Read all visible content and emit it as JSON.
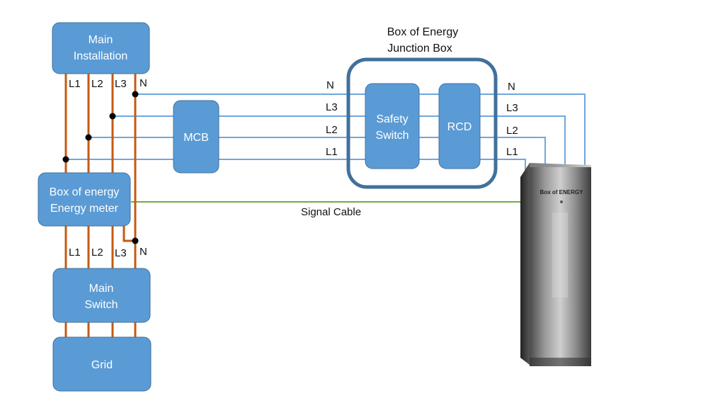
{
  "colors": {
    "block_fill": "#5b9bd5",
    "block_stroke": "#41719c",
    "power_wire": "#c55a11",
    "bus_wire": "#6fa8dc",
    "signal_wire": "#70ad47",
    "junction_box_border": "#41719c"
  },
  "blocks": {
    "main_installation": [
      "Main",
      "Installation"
    ],
    "energy_meter": [
      "Box of energy",
      "Energy meter"
    ],
    "main_switch": [
      "Main",
      "Switch"
    ],
    "grid": [
      "Grid"
    ],
    "mcb": [
      "MCB"
    ],
    "safety_switch": [
      "Safety",
      "Switch"
    ],
    "rcd": [
      "RCD"
    ]
  },
  "junction_box": {
    "title_line1": "Box of Energy",
    "title_line2": "Junction Box"
  },
  "upper_phase_labels": [
    "L1",
    "L2",
    "L3",
    "N"
  ],
  "lower_phase_labels": [
    "L1",
    "L2",
    "L3",
    "N"
  ],
  "bus_labels_left": [
    "N",
    "L3",
    "L2",
    "L1"
  ],
  "bus_labels_right": [
    "N",
    "L3",
    "L2",
    "L1"
  ],
  "signal_cable_label": "Signal Cable",
  "battery_unit": {
    "brand_text": "Box of ENERGY",
    "icon": "battery-cabinet-icon"
  }
}
